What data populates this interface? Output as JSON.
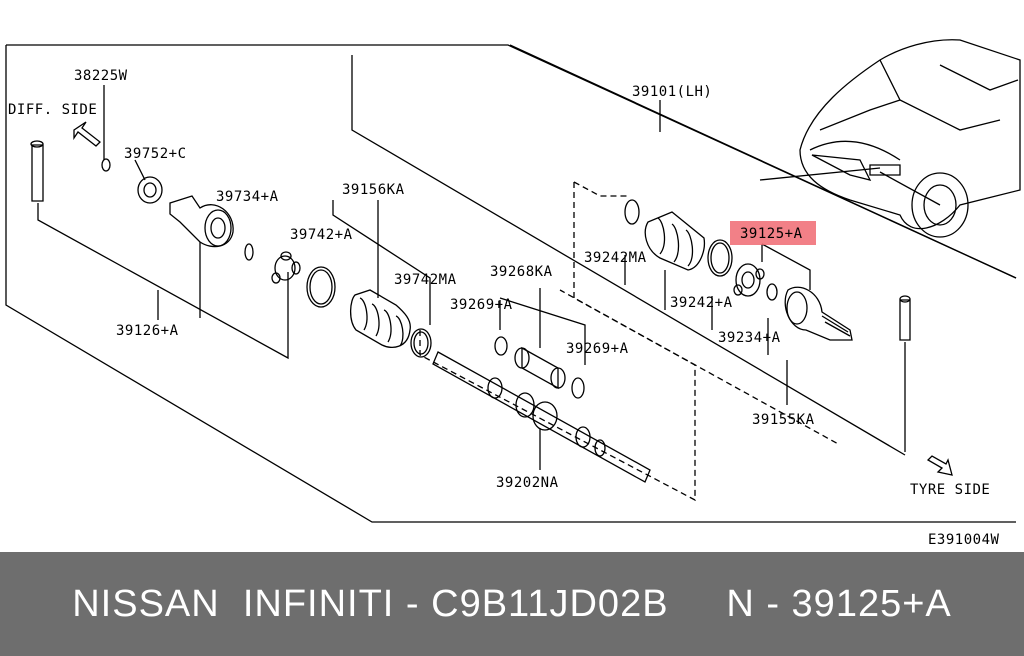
{
  "diagram": {
    "labels": {
      "diff_side": "DIFF. SIDE",
      "tyre_side": "TYRE SIDE",
      "p38225w": "38225W",
      "p39752c": "39752+C",
      "p39734a": "39734+A",
      "p39126a": "39126+A",
      "p39742a": "39742+A",
      "p39156ka": "39156KA",
      "p39742ma": "39742MA",
      "p39268ka": "39268KA",
      "p39269a_1": "39269+A",
      "p39269a_2": "39269+A",
      "p39202na": "39202NA",
      "p39101lh": "39101(LH)",
      "p39242ma": "39242MA",
      "p39125a": "39125+A",
      "p39242a": "39242+A",
      "p39234a": "39234+A",
      "p39155ka": "39155KA",
      "ref_code": "E391004W"
    },
    "highlighted_part": "39125+A",
    "highlight_color": "#f06a72"
  },
  "footer": {
    "caption": "NISSAN  INFINITI - C9B11JD02B     N - 39125+A",
    "background": "#6e6e6e",
    "text_color": "#ffffff"
  }
}
